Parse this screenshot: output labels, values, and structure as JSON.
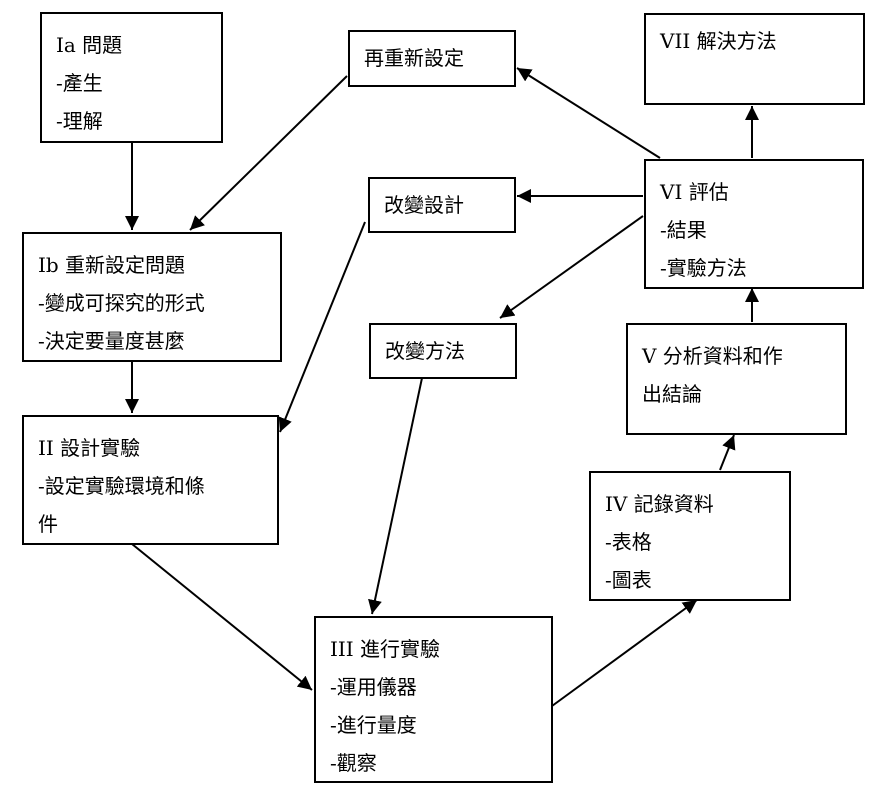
{
  "diagram": {
    "nodes": {
      "ia": {
        "lines": [
          "Ia 問題",
          "-產生",
          "-理解"
        ]
      },
      "ib": {
        "lines": [
          "Ib 重新設定問題",
          "-變成可探究的形式",
          "-決定要量度甚麼"
        ]
      },
      "ii": {
        "lines": [
          "II 設計實驗",
          "-設定實驗環境和條",
          "件"
        ]
      },
      "iii": {
        "lines": [
          "III 進行實驗",
          "-運用儀器",
          "-進行量度",
          "-觀察"
        ]
      },
      "iv": {
        "lines": [
          "IV 記錄資料",
          "-表格",
          "-圖表"
        ]
      },
      "v": {
        "lines": [
          "V 分析資料和作",
          "出結論"
        ]
      },
      "vi": {
        "lines": [
          "VI 評估",
          "-結果",
          "-實驗方法"
        ]
      },
      "vii": {
        "lines": [
          "VII 解決方法"
        ]
      },
      "redefine": {
        "lines": [
          "再重新設定"
        ]
      },
      "change_design": {
        "lines": [
          "改變設計"
        ]
      },
      "change_method": {
        "lines": [
          "改變方法"
        ]
      }
    }
  }
}
